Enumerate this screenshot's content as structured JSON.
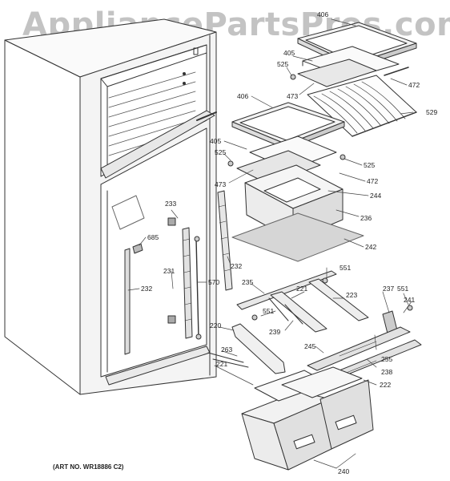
{
  "watermark": "AppliancePartsPros.com",
  "art_number": "(ART NO. WR18886 C2)",
  "callouts": {
    "p406a": "406",
    "p405a": "405",
    "p525a": "525",
    "p472a": "472",
    "p473a": "473",
    "p529": "529",
    "p406b": "406",
    "p405b": "405",
    "p525b": "525",
    "p525c": "525",
    "p472b": "472",
    "p473b": "473",
    "p244": "244",
    "p233": "233",
    "p236": "236",
    "p685": "685",
    "p242": "242",
    "p231": "231",
    "p570": "570",
    "p232a": "232",
    "p232b": "232",
    "p551a": "551",
    "p235": "235",
    "p221a": "221",
    "p223": "223",
    "p237": "237",
    "p551b": "551",
    "p241": "241",
    "p551c": "551",
    "p239": "239",
    "p220": "220",
    "p245": "245",
    "p255": "255",
    "p263": "263",
    "p238": "238",
    "p221b": "221",
    "p222": "222",
    "p240": "240"
  }
}
